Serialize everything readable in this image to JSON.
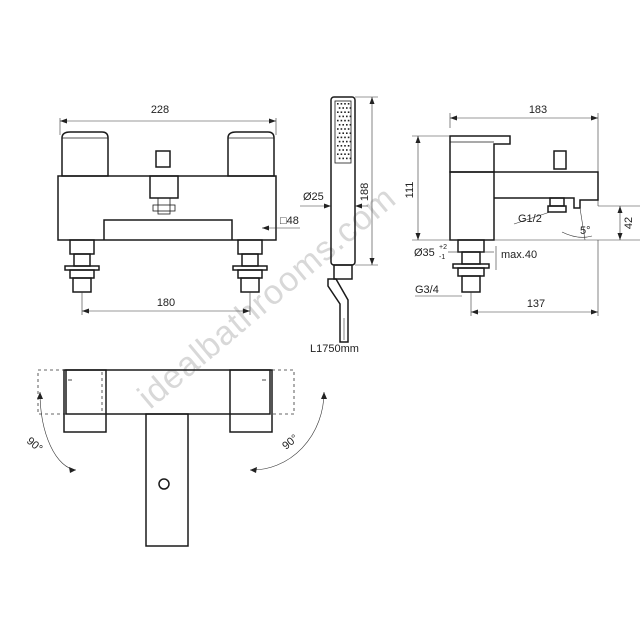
{
  "watermark": "idealbathrooms.com",
  "front_view": {
    "width_dim": "228",
    "centres_dim": "180",
    "square_dim": "□48"
  },
  "handset_view": {
    "diameter_dim": "Ø25",
    "height_dim": "188",
    "hose_length": "L1750mm"
  },
  "side_view": {
    "depth_dim": "183",
    "height_dim": "111",
    "outlet_thread": "G1/2",
    "spout_angle": "5°",
    "spout_height": "42",
    "hole_dim": "Ø35",
    "hole_tol": "+2",
    "hole_tol_lower": "-1",
    "deck_thickness": "max.40",
    "inlet_thread": "G3/4",
    "projection_dim": "137"
  },
  "top_view": {
    "left_rotation": "90°",
    "right_rotation": "90°"
  }
}
